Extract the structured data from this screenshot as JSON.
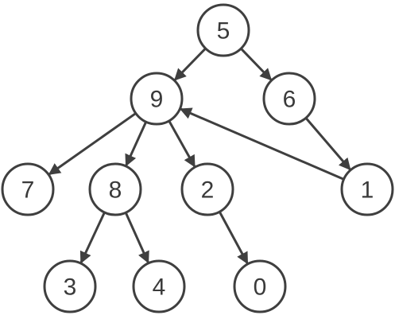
{
  "diagram": {
    "nodes": [
      {
        "id": "n5",
        "label": "5"
      },
      {
        "id": "n9",
        "label": "9"
      },
      {
        "id": "n6",
        "label": "6"
      },
      {
        "id": "n7",
        "label": "7"
      },
      {
        "id": "n8",
        "label": "8"
      },
      {
        "id": "n2",
        "label": "2"
      },
      {
        "id": "n1",
        "label": "1"
      },
      {
        "id": "n3",
        "label": "3"
      },
      {
        "id": "n4",
        "label": "4"
      },
      {
        "id": "n0",
        "label": "0"
      }
    ],
    "edges": [
      {
        "from": "n5",
        "to": "n9"
      },
      {
        "from": "n5",
        "to": "n6"
      },
      {
        "from": "n6",
        "to": "n1"
      },
      {
        "from": "n1",
        "to": "n9"
      },
      {
        "from": "n9",
        "to": "n7"
      },
      {
        "from": "n9",
        "to": "n8"
      },
      {
        "from": "n9",
        "to": "n2"
      },
      {
        "from": "n8",
        "to": "n3"
      },
      {
        "from": "n8",
        "to": "n4"
      },
      {
        "from": "n2",
        "to": "n0"
      }
    ],
    "colors": {
      "stroke": "#3f3f3f",
      "text": "#3a3a3a",
      "fill": "#ffffff"
    }
  }
}
